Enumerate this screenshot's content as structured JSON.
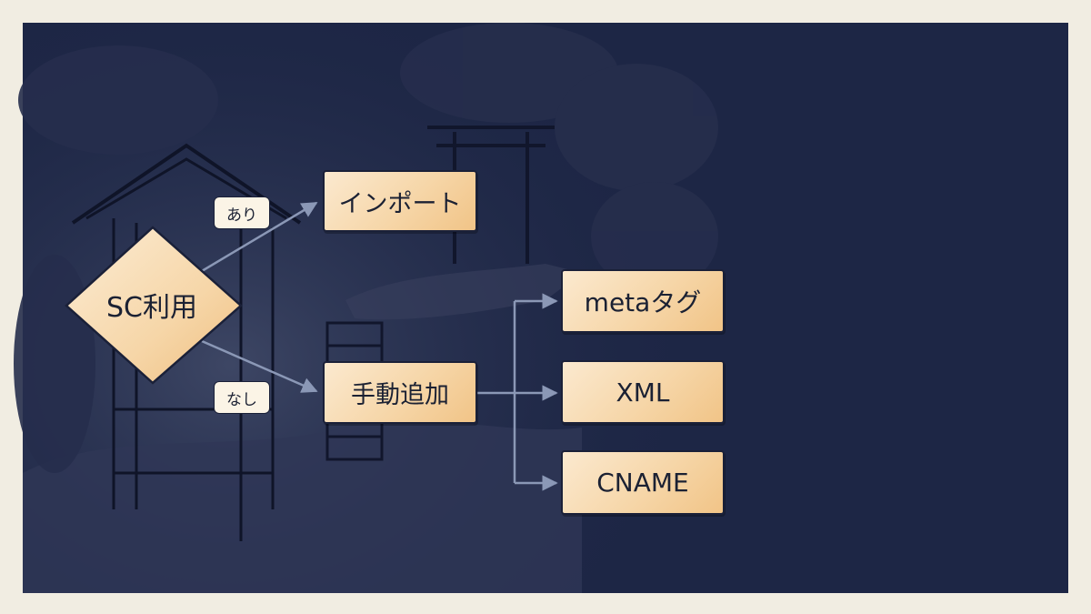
{
  "diagram": {
    "decision": {
      "label": "SC利用"
    },
    "branches": [
      {
        "condition": "あり",
        "target": "インポート"
      },
      {
        "condition": "なし",
        "target": "手動追加"
      }
    ],
    "manual_methods": [
      "metaタグ",
      "XML",
      "CNAME"
    ]
  },
  "colors": {
    "page_background": "#f1ede2",
    "night_background": "#1d2645",
    "node_fill": "#f6d6a8",
    "line": "#8b98b6"
  }
}
